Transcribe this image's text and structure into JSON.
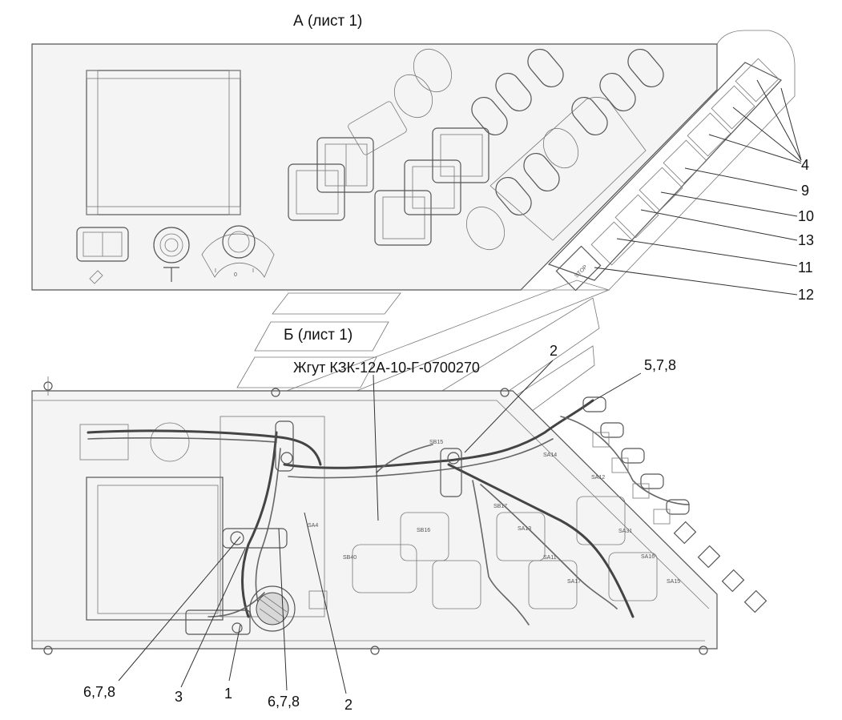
{
  "view_a_title": "А (лист 1)",
  "view_b_title": "Б (лист 1)",
  "harness_label": "Жгут КЗК-12А-10-Г-0700270",
  "stop_label": "STOP",
  "callouts_view_a": [
    "4",
    "9",
    "10",
    "13",
    "11",
    "12"
  ],
  "callouts_view_b": [
    "2",
    "5,7,8",
    "6,7,8",
    "3",
    "1",
    "6,7,8",
    "2"
  ],
  "switch_labels": [
    "SA14",
    "SA12",
    "SA13",
    "SA31",
    "SA11",
    "SA16",
    "SA17",
    "SA15",
    "SB17",
    "SB16",
    "SB40",
    "SA4",
    "SB15"
  ]
}
